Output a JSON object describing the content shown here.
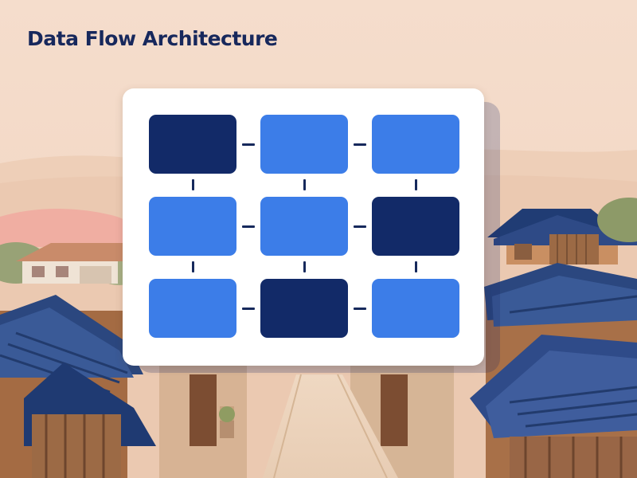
{
  "title": "Data Flow Architecture",
  "colors": {
    "page_background": "#f3dccb",
    "title_text": "#17285c",
    "panel_background": "#ffffff",
    "panel_shadow": "#1d2b6b",
    "node_dark": "#122a68",
    "node_light": "#3c7de8",
    "connector": "#16295c"
  },
  "background_icons": [
    "sky-gradient",
    "distant-hills",
    "pink-hill",
    "left-house",
    "right-wooden-house",
    "tiled-roof-left",
    "tiled-roof-right",
    "alley-pathway",
    "potted-plant",
    "wooden-wall-left",
    "wooden-wall-right"
  ],
  "diagram": {
    "rows": 3,
    "columns": 3,
    "nodes": [
      {
        "row": 1,
        "col": 1,
        "tone": "dark"
      },
      {
        "row": 1,
        "col": 2,
        "tone": "light"
      },
      {
        "row": 1,
        "col": 3,
        "tone": "light"
      },
      {
        "row": 2,
        "col": 1,
        "tone": "light"
      },
      {
        "row": 2,
        "col": 2,
        "tone": "light"
      },
      {
        "row": 2,
        "col": 3,
        "tone": "dark"
      },
      {
        "row": 3,
        "col": 1,
        "tone": "light"
      },
      {
        "row": 3,
        "col": 2,
        "tone": "dark"
      },
      {
        "row": 3,
        "col": 3,
        "tone": "light"
      }
    ],
    "connections": [
      {
        "from": [
          1,
          1
        ],
        "to": [
          1,
          2
        ]
      },
      {
        "from": [
          1,
          2
        ],
        "to": [
          1,
          3
        ]
      },
      {
        "from": [
          2,
          1
        ],
        "to": [
          2,
          2
        ]
      },
      {
        "from": [
          2,
          2
        ],
        "to": [
          2,
          3
        ]
      },
      {
        "from": [
          3,
          1
        ],
        "to": [
          3,
          2
        ]
      },
      {
        "from": [
          3,
          2
        ],
        "to": [
          3,
          3
        ]
      },
      {
        "from": [
          1,
          1
        ],
        "to": [
          2,
          1
        ]
      },
      {
        "from": [
          1,
          2
        ],
        "to": [
          2,
          2
        ]
      },
      {
        "from": [
          1,
          3
        ],
        "to": [
          2,
          3
        ]
      },
      {
        "from": [
          2,
          1
        ],
        "to": [
          3,
          1
        ]
      },
      {
        "from": [
          2,
          2
        ],
        "to": [
          3,
          2
        ]
      },
      {
        "from": [
          2,
          3
        ],
        "to": [
          3,
          3
        ]
      }
    ]
  }
}
